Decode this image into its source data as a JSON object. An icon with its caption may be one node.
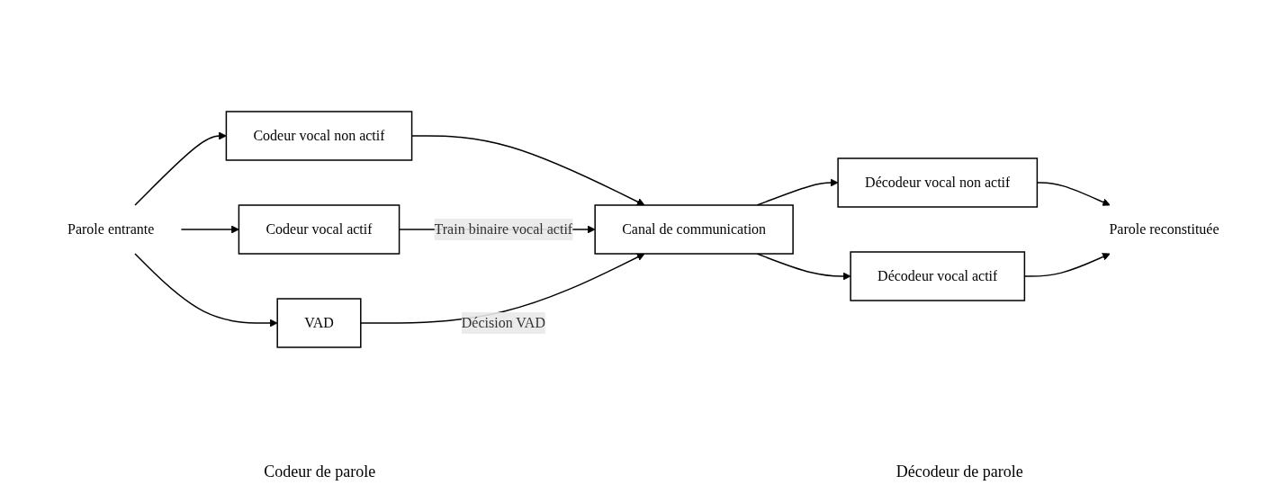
{
  "diagram": {
    "nodes": [
      {
        "text": [
          "Parole entrante"
        ]
      },
      {
        "text": [
          "Codeur vocal non actif"
        ]
      },
      {
        "text": [
          "Codeur vocal actif"
        ]
      },
      {
        "text": [
          "VAD"
        ]
      },
      {
        "text": [
          "Canal de communication"
        ]
      },
      {
        "text": [
          "Décodeur vocal non actif"
        ]
      },
      {
        "text": [
          "Décodeur vocal actif"
        ]
      },
      {
        "text": [
          "Parole reconstituée"
        ]
      }
    ],
    "edges": [
      {
        "from": 0,
        "to": 1,
        "arrow": "to"
      },
      {
        "from": 0,
        "to": 2,
        "arrow": "to"
      },
      {
        "from": 0,
        "to": 3,
        "arrow": "to"
      },
      {
        "from": 1,
        "to": 4,
        "arrow": "to"
      },
      {
        "from": 2,
        "to": 4,
        "label": "Train binaire vocal actif",
        "arrow": "to"
      },
      {
        "from": 3,
        "to": 4,
        "label": "Décision VAD",
        "arrow": "to"
      },
      {
        "from": 4,
        "to": 5,
        "arrow": "to"
      },
      {
        "from": 4,
        "to": 6,
        "arrow": "to"
      },
      {
        "from": 5,
        "to": 7,
        "arrow": "to"
      },
      {
        "from": 6,
        "to": 7,
        "arrow": "to"
      }
    ],
    "labels": [
      "Codeur de parole",
      "Décodeur de parole"
    ]
  }
}
